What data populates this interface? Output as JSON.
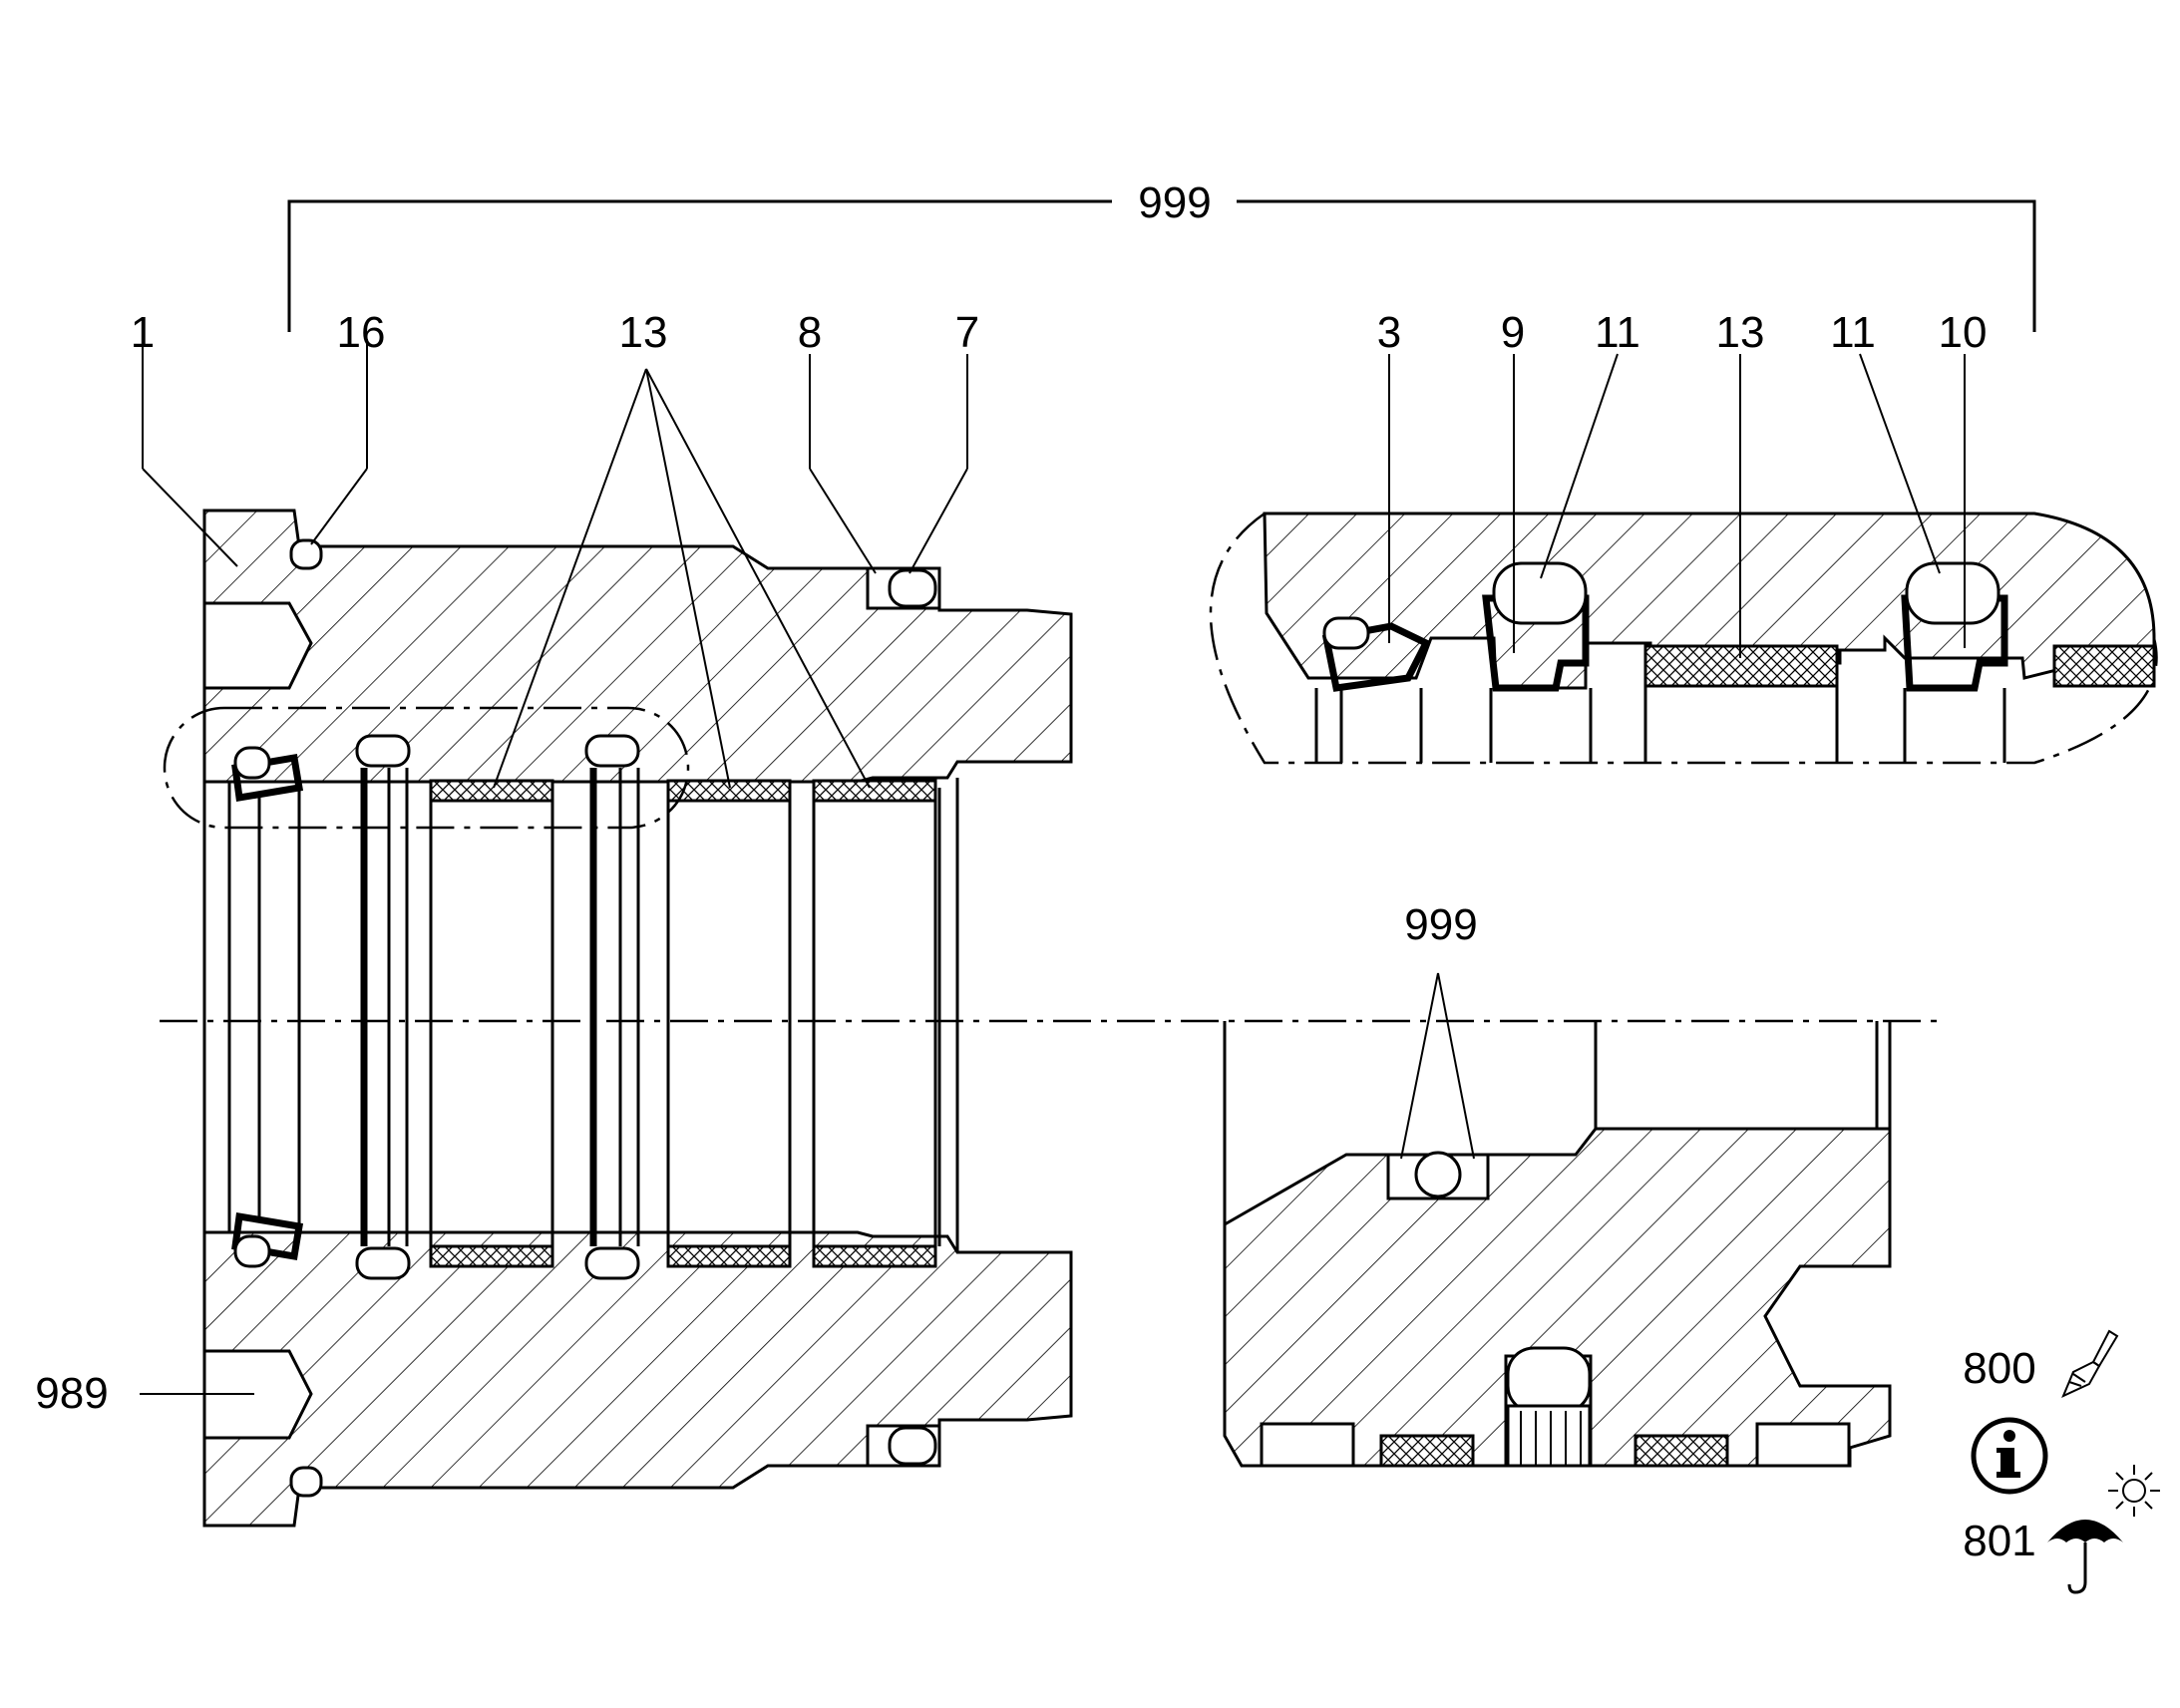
{
  "labels": {
    "assembly_top": "999",
    "housing": "1",
    "oring_16": "16",
    "guide_13_left": "13",
    "backup_8": "8",
    "oring_7": "7",
    "part_3": "3",
    "part_9": "9",
    "part_11_a": "11",
    "guide_13_detail": "13",
    "part_11_b": "11",
    "part_10": "10",
    "assembly_lower": "999",
    "port_989": "989",
    "grease_800": "800",
    "storage_801": "801"
  },
  "icons": [
    "brush-icon",
    "info-icon",
    "umbrella-icon",
    "sun-icon"
  ]
}
